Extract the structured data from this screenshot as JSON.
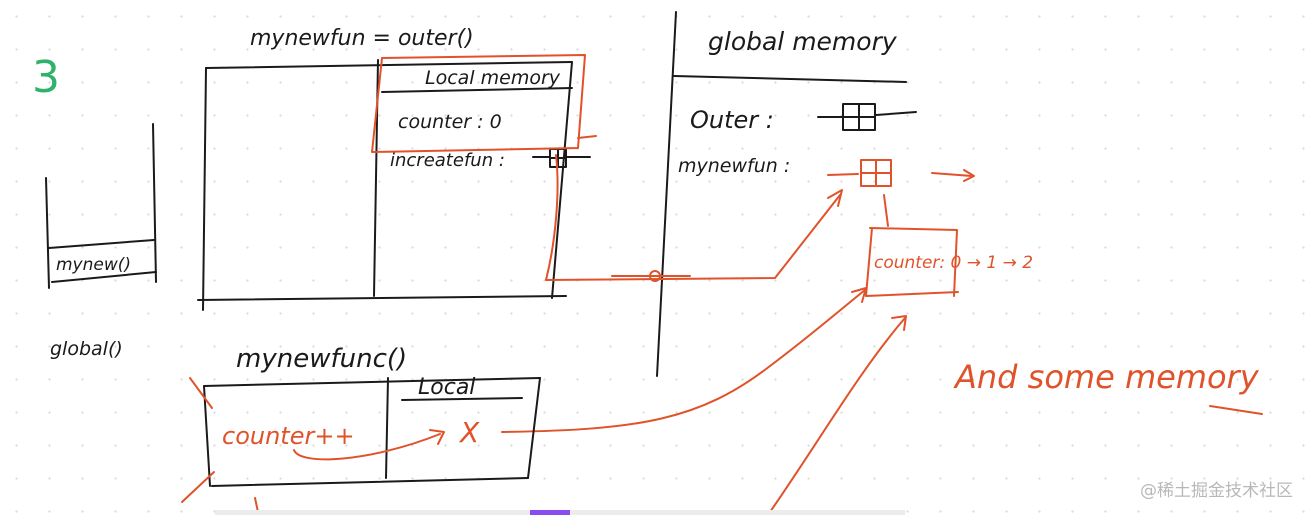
{
  "board": {
    "step_number": "3",
    "call_stack": {
      "frame_label": "mynew()",
      "base_label": "global()"
    },
    "outer_ctx": {
      "title": "mynewfun = outer()",
      "local_memory_title": "Local memory",
      "counter_row": "counter : 0",
      "increment_row": "increatefun :"
    },
    "global_memory": {
      "title": "global memory",
      "row_outer": "Outer :",
      "row_mynewfun": "mynewfun :"
    },
    "backpack": {
      "counter_progression": "counter: 0 → 1 → 2"
    },
    "call_ctx": {
      "title": "mynewfunc()",
      "local_title": "Local",
      "counter_increment": "counter++",
      "x_mark": "X"
    },
    "annotation": "And some memory",
    "watermark": "@稀土掘金技术社区"
  }
}
